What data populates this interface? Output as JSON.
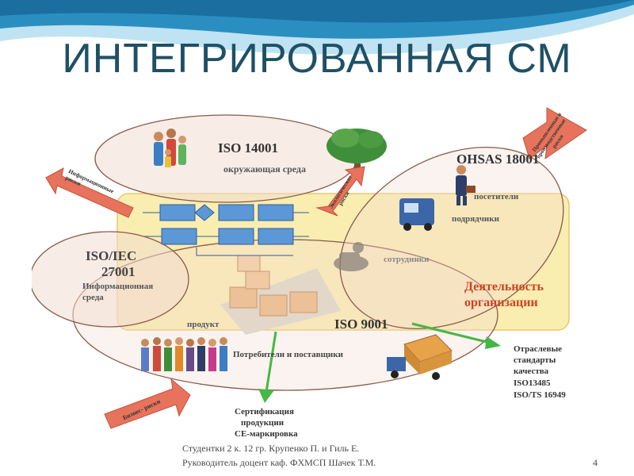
{
  "slide": {
    "title": "ИНТЕГРИРОВАННАЯ СМ",
    "page_number": "4",
    "footer_line1": "Студентки 2 к. 12 гр. Крупенко П. и Гиль Е.",
    "footer_line2": "Руководитель доцент каф. ФХМСП Шачек Т.М."
  },
  "diagram": {
    "iso14001": {
      "title": "ISO 14001",
      "subtitle": "окружающая среда"
    },
    "ohsas": {
      "title": "OHSAS 18001",
      "visitors": "посетители",
      "contractors": "подрядчики"
    },
    "iso27001": {
      "title_line1": "ISO/IEC",
      "title_line2": "27001",
      "sub_line1": "Информационная",
      "sub_line2": "среда"
    },
    "employees": "сотрудники",
    "organization_line1": "Деятельность",
    "organization_line2": "организации",
    "product": "продукт",
    "iso9001": "ISO 9001",
    "consumers": "Потребители и поставщики",
    "arrows": {
      "info_risks_line1": "Информационные",
      "info_risks_line2": "риски",
      "eco_risks_line1": "Экологические",
      "eco_risks_line2": "риски",
      "industrial_risks_line1": "Промышленные и",
      "industrial_risks_line2": "производственные",
      "industrial_risks_line3": "риски",
      "business_risks": "Бизнес- риски"
    },
    "certification": {
      "line1": "Сертификация",
      "line2": "продукции",
      "line3": "CE-маркировка"
    },
    "industry": {
      "line1": "Отраслевые",
      "line2": "стандарты",
      "line3": "качества",
      "line4": "ISO13485",
      "line5": "ISO/TS 16949"
    }
  },
  "colors": {
    "title": "#1e5066",
    "wave_dark": "#2a8fc0",
    "wave_light": "#bfe3f2",
    "org_area": "#f9edb0",
    "ellipse_fill": "#f3dcd2",
    "ellipse_stroke": "#8a5a4a",
    "risk_arrow": "#e7735c",
    "green_arrow": "#45b745",
    "flow_box": "#5c97d8",
    "org_text": "#cc4422"
  }
}
